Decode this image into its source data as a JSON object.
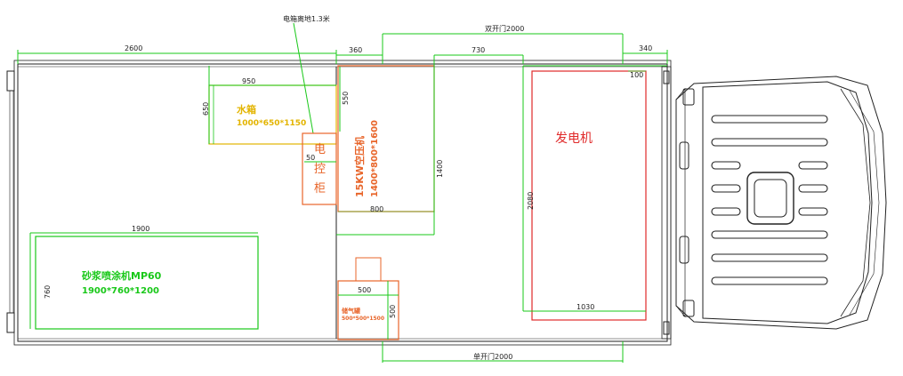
{
  "dimensions": {
    "overall_length": "2600",
    "gap_360": "360",
    "width_730": "730",
    "width_340": "340",
    "side_door_top": "双开门2000",
    "side_door_bottom": "单开门2000",
    "annotation_height": "电箱离地1.3米",
    "tank_width": "950",
    "tank_height": "650",
    "gap_550": "550",
    "gap_50": "50",
    "compressor_width": "800",
    "compressor_height": "1400",
    "generator_height": "2080",
    "generator_width": "1030",
    "gap_100": "100",
    "sprayer_width": "1900",
    "sprayer_height": "760",
    "small_width": "500",
    "small_height": "500"
  },
  "labels": {
    "water_tank_name": "水箱",
    "water_tank_size": "1000*650*1150",
    "control_cabinet_1": "电",
    "control_cabinet_2": "控",
    "control_cabinet_3": "柜",
    "compressor_name": "15KW空压机",
    "compressor_size": "1400*800*1600",
    "generator": "发电机",
    "sprayer_name": "砂浆喷涂机MP60",
    "sprayer_size": "1900*760*1200",
    "small_unit_name": "储气罐",
    "small_unit_size": "500*500*1500"
  },
  "colors": {
    "green": "#19c819",
    "yellow": "#e3b400",
    "orange": "#e8652a",
    "red": "#e02a2a",
    "outline": "#222222"
  }
}
